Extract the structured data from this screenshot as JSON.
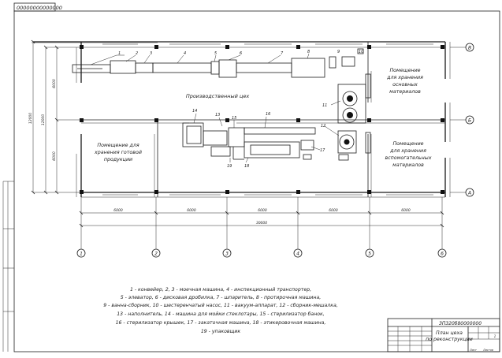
{
  "drawing": {
    "stamp_code": "00000000000000",
    "title_code": "ЗП320б80000000",
    "title_line1": "План цеха",
    "title_line2": "по реконструкции",
    "sheet_label": "Лист",
    "sheets_label": "Листов",
    "sheet_number": "1"
  },
  "rooms": {
    "production": "Производственный цех",
    "finished": [
      "Помещение для",
      "хранения готовой",
      "продукции"
    ],
    "main_materials": [
      "Помещение",
      "для хранения",
      "основных",
      "материалов"
    ],
    "aux_materials": [
      "Помещение",
      "для хранения",
      "вспомогательных",
      "материалов"
    ]
  },
  "dimensions": {
    "bays": [
      "6000",
      "6000",
      "6000",
      "6000",
      "6000"
    ],
    "total_width": "30000",
    "left_upper": "6000",
    "left_lower": "6000",
    "left_total": "12000",
    "left_overall": "12000"
  },
  "axes": {
    "columns": [
      "1",
      "2",
      "3",
      "4",
      "5",
      "6"
    ],
    "rows": [
      "А",
      "Б",
      "В"
    ]
  },
  "equipment_callouts": [
    "1",
    "2",
    "3",
    "4",
    "5",
    "6",
    "7",
    "8",
    "9",
    "10",
    "11",
    "12",
    "13",
    "14",
    "15",
    "16",
    "17",
    "18",
    "19"
  ],
  "legend": [
    "1 - конвейер, 2, 3 - моечная машина, 4 - инспекционный транспортер,",
    "5 - элеватор, 6 - дисковая дробилка, 7 - шпаритель, 8 - протирочная машина,",
    "9 - ванна-сборник, 10 - шестеренчатый насос, 11 - вакуум-аппарат, 12 - сборник-мешалка,",
    "13 - наполнитель, 14 - машина для мойки стеклотары, 15 - стерилизатор банок,",
    "16 - стерилизатор крышек, 17 - закаточная машина, 18 - этикеровочная машина,",
    "19 - упаковщик"
  ]
}
